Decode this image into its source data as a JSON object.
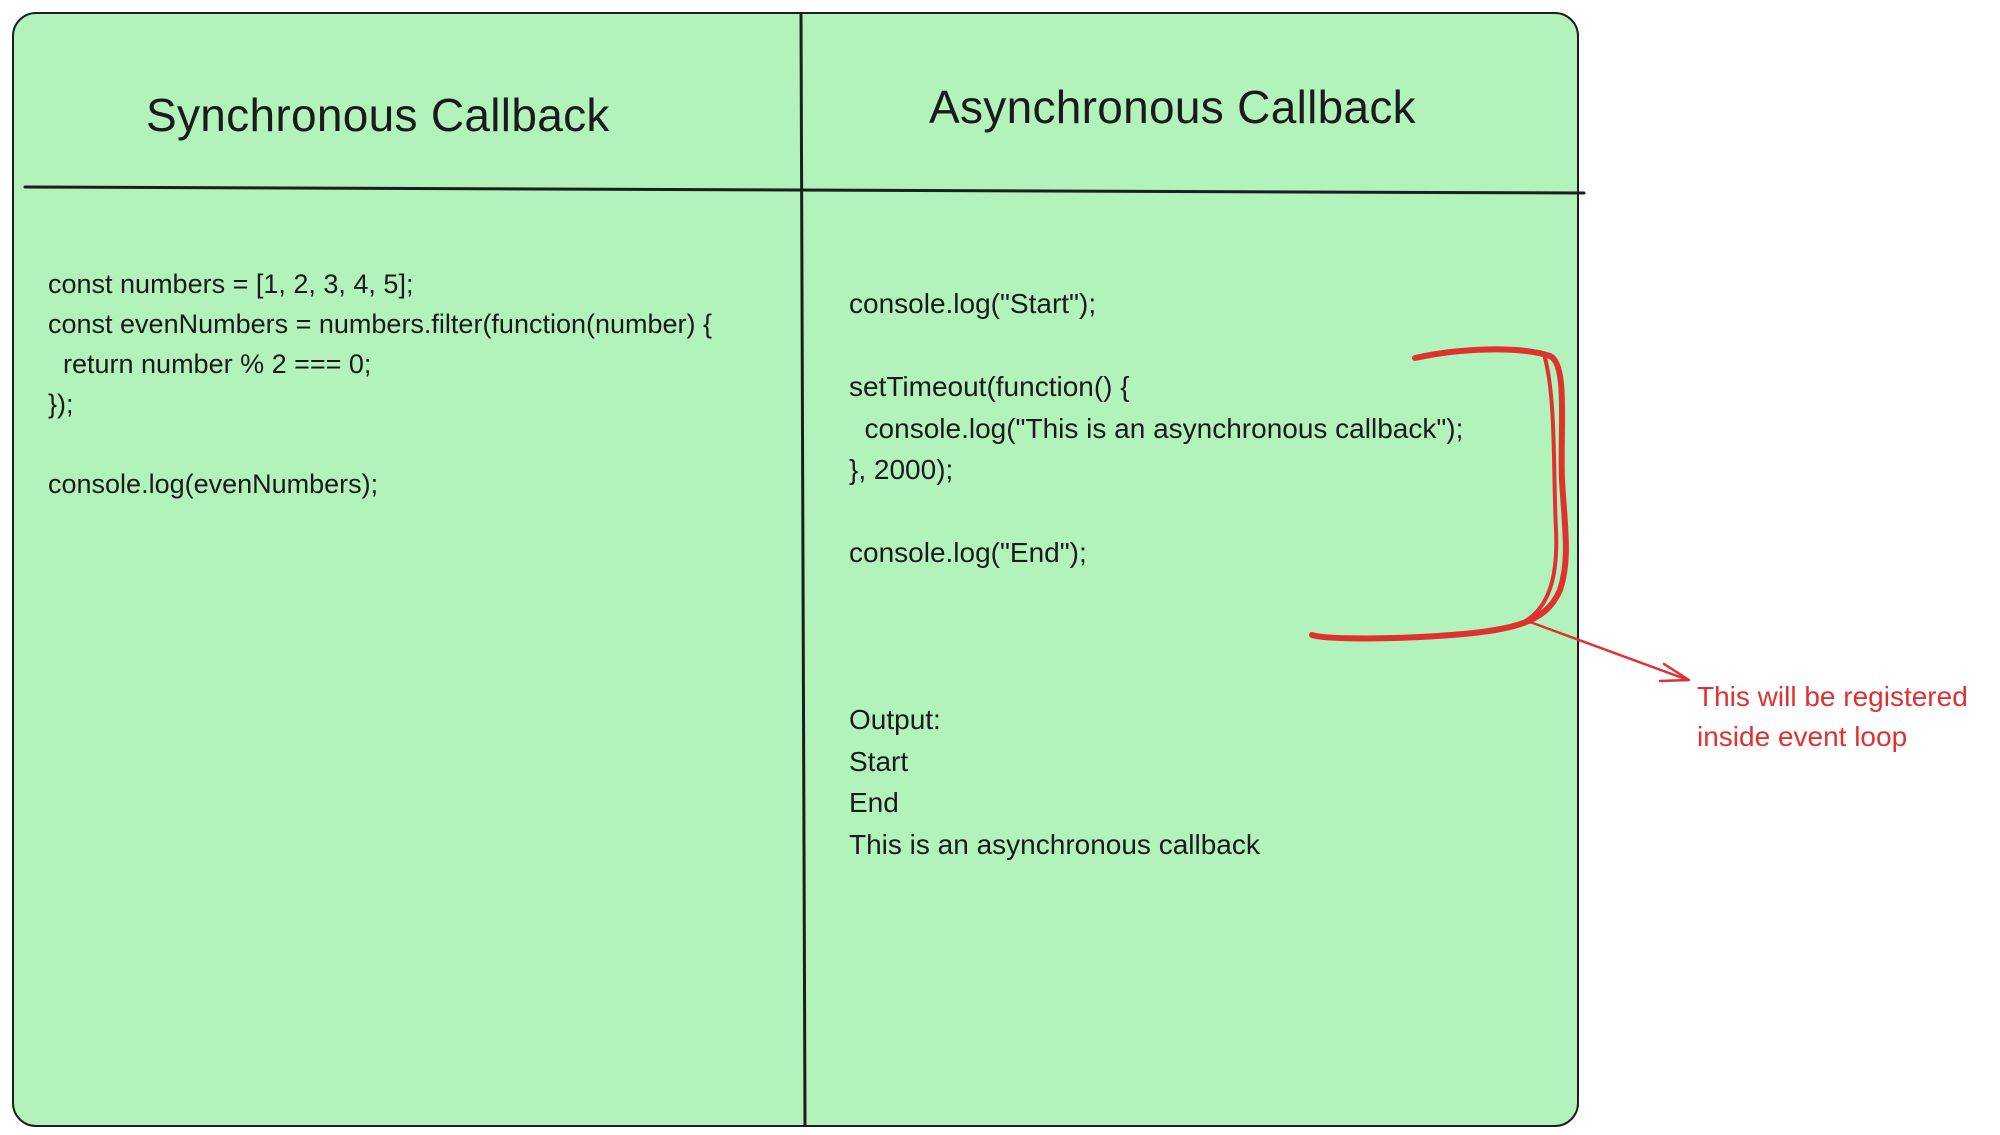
{
  "left_panel": {
    "heading": "Synchronous Callback",
    "code": "const numbers = [1, 2, 3, 4, 5];\nconst evenNumbers = numbers.filter(function(number) {\n  return number % 2 === 0;\n});\n\nconsole.log(evenNumbers);"
  },
  "right_panel": {
    "heading": "Asynchronous Callback",
    "code": "console.log(\"Start\");\n\nsetTimeout(function() {\n  console.log(\"This is an asynchronous callback\");\n}, 2000);\n\nconsole.log(\"End\");",
    "output": {
      "label": "Output:",
      "lines": [
        "Start",
        "End",
        "This is an asynchronous callback"
      ]
    }
  },
  "annotation": {
    "line1": "This will be registered",
    "line2": "inside event loop"
  },
  "colors": {
    "panel_fill": "#b2f2bb",
    "stroke": "#1e1e1e",
    "annotation": "#e03131"
  }
}
